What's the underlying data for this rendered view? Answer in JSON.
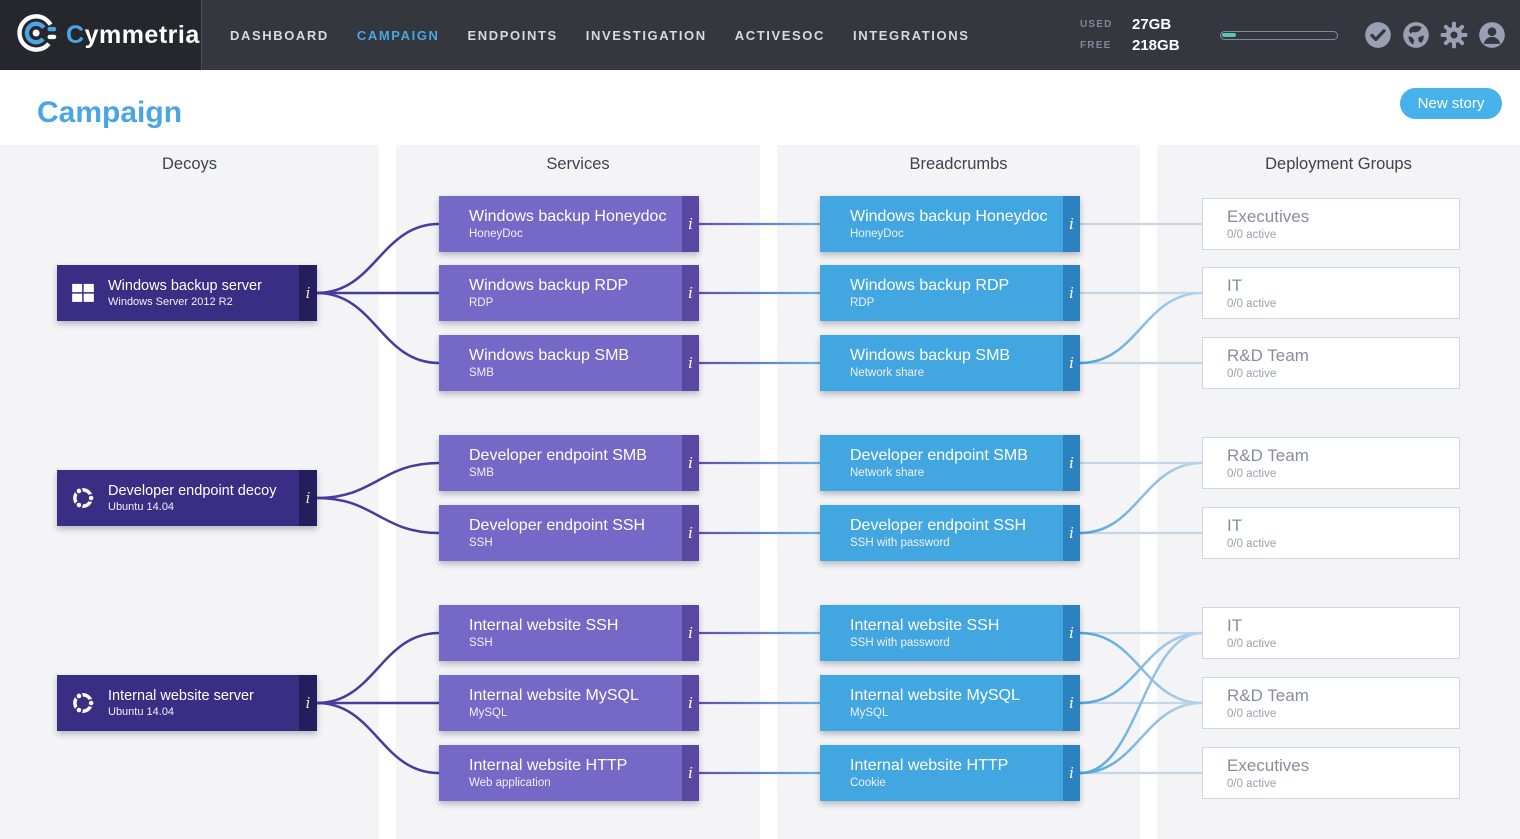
{
  "colors": {
    "accent_blue": "#4aa5e2",
    "teal_progress": "#55c4ba",
    "decoy_purple": "#392e83",
    "service_purple": "#7668c7",
    "breadcrumb_blue": "#42a7e0",
    "navbar_dark": "#34373e"
  },
  "navbar": {
    "brand_first": "C",
    "brand_rest": "ymmetria",
    "items": [
      {
        "label": "DASHBOARD",
        "active": false
      },
      {
        "label": "CAMPAIGN",
        "active": true
      },
      {
        "label": "ENDPOINTS",
        "active": false
      },
      {
        "label": "INVESTIGATION",
        "active": false
      },
      {
        "label": "ACTIVESOC",
        "active": false
      },
      {
        "label": "INTEGRATIONS",
        "active": false
      }
    ],
    "usage": {
      "used_label": "USED",
      "used_value": "27GB",
      "free_label": "FREE",
      "free_value": "218GB",
      "progress_pct": 12
    },
    "icons": [
      "check-circle-icon",
      "globe-icon",
      "gear-icon",
      "user-icon"
    ]
  },
  "header": {
    "title": "Campaign",
    "new_story": "New story"
  },
  "columns": [
    "Decoys",
    "Services",
    "Breadcrumbs",
    "Deployment Groups"
  ],
  "info_glyph": "i",
  "decoys": [
    {
      "title": "Windows backup server",
      "subtitle": "Windows Server 2012 R2",
      "os_icon": "windows",
      "row": 1
    },
    {
      "title": "Developer endpoint decoy",
      "subtitle": "Ubuntu 14.04",
      "os_icon": "ubuntu",
      "row": 3.5
    },
    {
      "title": "Internal website server",
      "subtitle": "Ubuntu 14.04",
      "os_icon": "ubuntu",
      "row": 6
    }
  ],
  "services": [
    {
      "title": "Windows backup Honeydoc",
      "subtitle": "HoneyDoc",
      "row": 0
    },
    {
      "title": "Windows backup RDP",
      "subtitle": "RDP",
      "row": 1
    },
    {
      "title": "Windows backup SMB",
      "subtitle": "SMB",
      "row": 2
    },
    {
      "title": "Developer endpoint SMB",
      "subtitle": "SMB",
      "row": 3
    },
    {
      "title": "Developer endpoint SSH",
      "subtitle": "SSH",
      "row": 4
    },
    {
      "title": "Internal website SSH",
      "subtitle": "SSH",
      "row": 5
    },
    {
      "title": "Internal website MySQL",
      "subtitle": "MySQL",
      "row": 6
    },
    {
      "title": "Internal website HTTP",
      "subtitle": "Web application",
      "row": 7
    }
  ],
  "breadcrumbs": [
    {
      "title": "Windows backup Honeydoc",
      "subtitle": "HoneyDoc",
      "row": 0
    },
    {
      "title": "Windows backup RDP",
      "subtitle": "RDP",
      "row": 1
    },
    {
      "title": "Windows backup SMB",
      "subtitle": "Network share",
      "row": 2
    },
    {
      "title": "Developer endpoint SMB",
      "subtitle": "Network share",
      "row": 3
    },
    {
      "title": "Developer endpoint SSH",
      "subtitle": "SSH with password",
      "row": 4
    },
    {
      "title": "Internal website SSH",
      "subtitle": "SSH with password",
      "row": 5
    },
    {
      "title": "Internal website MySQL",
      "subtitle": "MySQL",
      "row": 6
    },
    {
      "title": "Internal website HTTP",
      "subtitle": "Cookie",
      "row": 7
    }
  ],
  "groups": [
    {
      "title": "Executives",
      "subtitle": "0/0 active",
      "row": 0
    },
    {
      "title": "IT",
      "subtitle": "0/0 active",
      "row": 1
    },
    {
      "title": "R&D Team",
      "subtitle": "0/0 active",
      "row": 2
    },
    {
      "title": "R&D Team",
      "subtitle": "0/0 active",
      "row": 3
    },
    {
      "title": "IT",
      "subtitle": "0/0 active",
      "row": 4
    },
    {
      "title": "IT",
      "subtitle": "0/0 active",
      "row": 5
    },
    {
      "title": "R&D Team",
      "subtitle": "0/0 active",
      "row": 6
    },
    {
      "title": "Executives",
      "subtitle": "0/0 active",
      "row": 7
    }
  ],
  "edges": {
    "decoy_service": [
      [
        0,
        0
      ],
      [
        0,
        1
      ],
      [
        0,
        2
      ],
      [
        1,
        3
      ],
      [
        1,
        4
      ],
      [
        2,
        5
      ],
      [
        2,
        6
      ],
      [
        2,
        7
      ]
    ],
    "service_breadcrumb": [
      [
        0,
        0
      ],
      [
        1,
        1
      ],
      [
        2,
        2
      ],
      [
        3,
        3
      ],
      [
        4,
        4
      ],
      [
        5,
        5
      ],
      [
        6,
        6
      ],
      [
        7,
        7
      ]
    ],
    "breadcrumb_group": [
      [
        0,
        0
      ],
      [
        1,
        1
      ],
      [
        2,
        2
      ],
      [
        2,
        1
      ],
      [
        3,
        3
      ],
      [
        4,
        4
      ],
      [
        4,
        3
      ],
      [
        5,
        5
      ],
      [
        5,
        6
      ],
      [
        6,
        6
      ],
      [
        6,
        5
      ],
      [
        7,
        7
      ],
      [
        7,
        5
      ],
      [
        7,
        6
      ]
    ]
  }
}
